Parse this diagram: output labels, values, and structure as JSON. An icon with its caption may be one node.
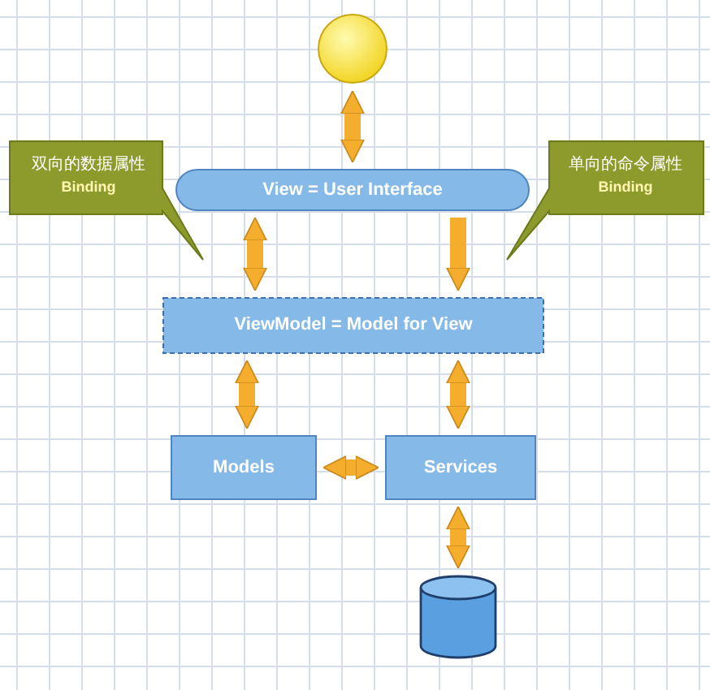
{
  "diagram": {
    "nodes": [
      {
        "text": [],
        "shape": "circle"
      },
      {
        "text": [
          "View = User Interface"
        ]
      },
      {
        "text": [
          "双向的数据属性",
          "Binding"
        ]
      },
      {
        "text": [
          "单向的命令属性",
          "Binding"
        ]
      },
      {
        "text": [
          "ViewModel = Model for View"
        ]
      },
      {
        "text": [
          "Models"
        ]
      },
      {
        "text": [
          "Services"
        ]
      },
      {
        "text": [],
        "shape": "cylinder"
      }
    ],
    "edges": [
      {
        "from": 0,
        "to": 1,
        "arrow": "both"
      },
      {
        "from": 1,
        "to": 4,
        "arrow": "both"
      },
      {
        "from": 1,
        "to": 4,
        "arrow": "to"
      },
      {
        "from": 4,
        "to": 5,
        "arrow": "both"
      },
      {
        "from": 4,
        "to": 6,
        "arrow": "both"
      },
      {
        "from": 5,
        "to": 6,
        "arrow": "both"
      },
      {
        "from": 6,
        "to": 7,
        "arrow": "both"
      }
    ]
  }
}
